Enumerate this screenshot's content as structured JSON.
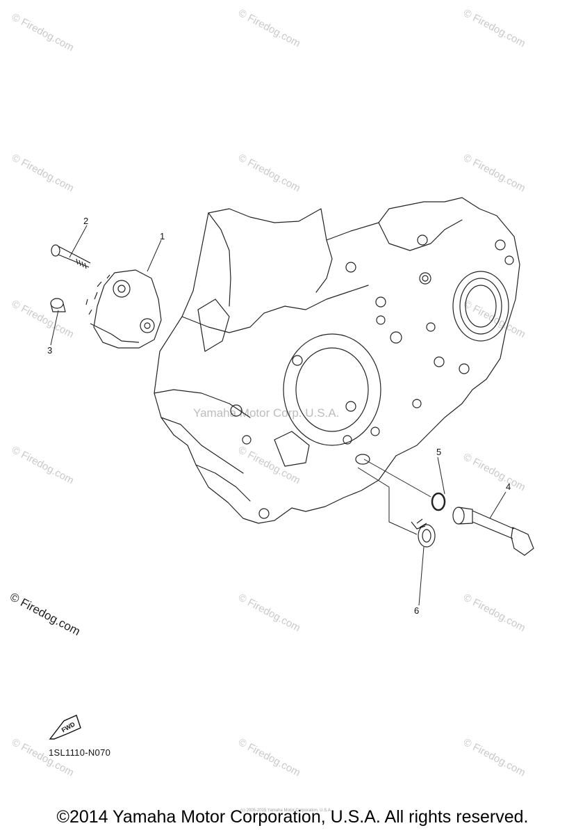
{
  "watermark_text": "© Firedog.com",
  "center_watermark": "Yamaha Motor Corp. U.S.A.",
  "callouts": [
    "1",
    "2",
    "3",
    "4",
    "5",
    "6"
  ],
  "diagram_code": "1SL1110-N070",
  "fwd_label": "FWD",
  "copyright": "©2014 Yamaha Motor Corporation, U.S.A. All rights reserved.",
  "tiny_copyright": "(c) 2005-2015 Yamaha Motor Corporation, U.S.A."
}
